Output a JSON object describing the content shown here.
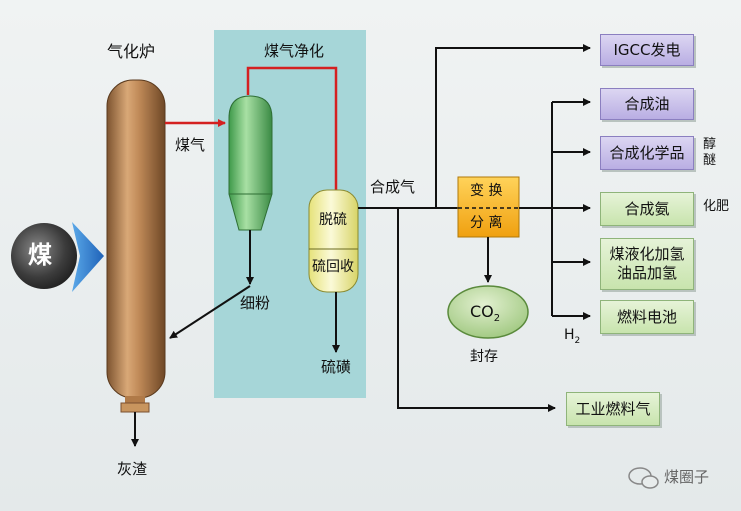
{
  "labels": {
    "gasifier": "气化炉",
    "coal": "煤",
    "coal_gas": "煤气",
    "purification": "煤气净化",
    "desulfurization": "脱硫",
    "sulfur_recovery": "硫回收",
    "fines": "细粉",
    "sulfur": "硫磺",
    "ash": "灰渣",
    "syngas": "合成气",
    "shift": "变 换",
    "separation": "分 离",
    "co2_main": "CO",
    "co2_sub": "2",
    "storage": "封存",
    "h2_main": "H",
    "h2_sub": "2",
    "alcohol_ether_1": "醇",
    "alcohol_ether_2": "醚",
    "fertilizer": "化肥"
  },
  "products": {
    "igcc": "IGCC发电",
    "syn_oil": "合成油",
    "syn_chem": "合成化学品",
    "syn_ammonia": "合成氨",
    "coal_liq_1": "煤液化加氢",
    "coal_liq_2": "油品加氢",
    "fuel_cell": "燃料电池",
    "industrial_gas": "工业燃料气"
  },
  "watermark": "煤圈子",
  "colors": {
    "purification_bg": "#a6d6d8",
    "red_line": "#d42020",
    "gasifier_body": "#c08a58",
    "shift_box": "#f5b820",
    "product_purple": "#c3b8ea",
    "product_green": "#d6ecc2"
  }
}
